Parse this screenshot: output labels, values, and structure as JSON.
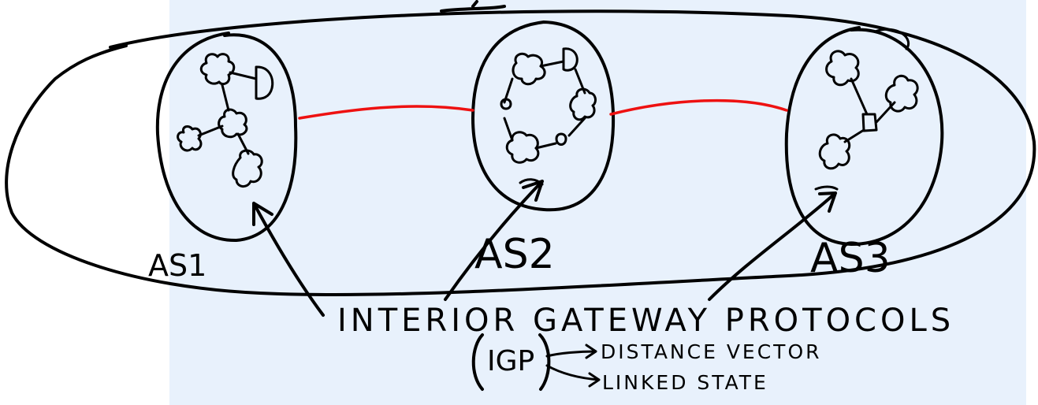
{
  "diagram": {
    "background_color": "#e8f1fc",
    "ink_color": "#000000",
    "link_color": "#ee1111",
    "autonomous_systems": [
      {
        "id": "as1",
        "label": "AS1"
      },
      {
        "id": "as2",
        "label": "AS2"
      },
      {
        "id": "as3",
        "label": "AS3"
      }
    ],
    "caption": "INTERIOR GATEWAY PROTOCOLS",
    "abbreviation": "IGP",
    "types": [
      "DISTANCE VECTOR",
      "LINKED STATE"
    ]
  }
}
